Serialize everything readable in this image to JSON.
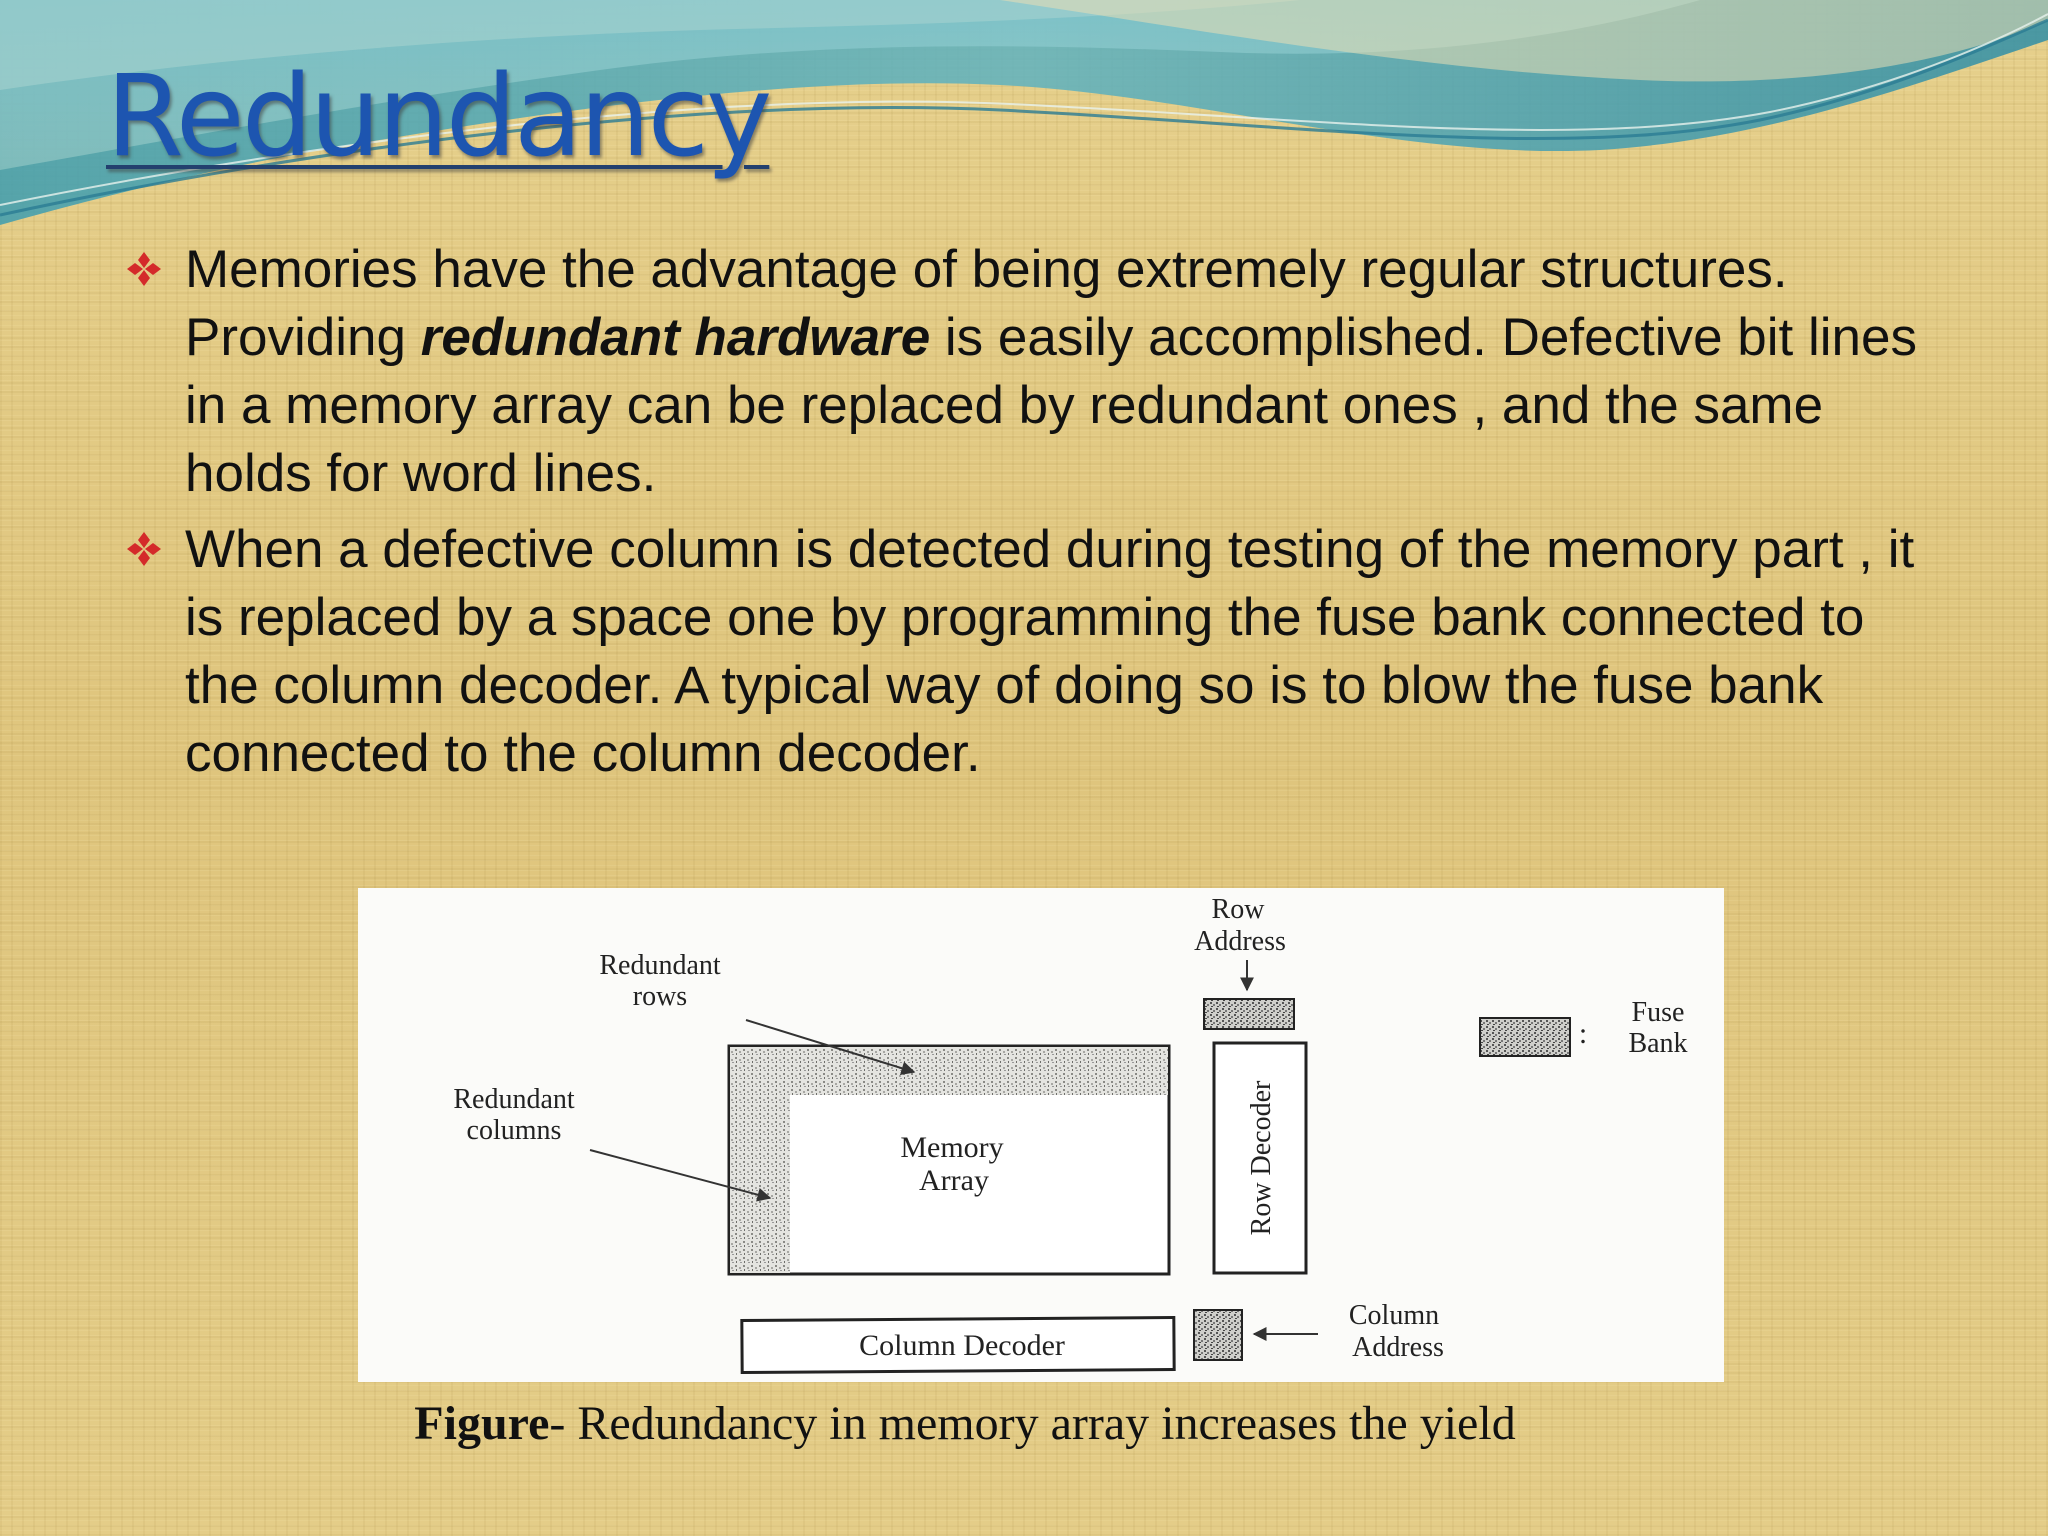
{
  "slide": {
    "title": "Redundancy",
    "bullets": [
      {
        "before": "Memories have the advantage of being extremely regular structures. Providing ",
        "emphasis": "redundant hardware",
        "after": " is easily accomplished. Defective bit lines in a memory array can be replaced by redundant ones , and the same holds for word lines."
      },
      {
        "text": "When a defective column is detected during testing of the memory part , it is replaced by a space one by programming the fuse bank connected to the column decoder. A typical way of doing so is to blow the fuse bank connected to the column decoder."
      }
    ],
    "bullet_icon": "four-diamond-icon",
    "bullet_color": "#d42a2a",
    "title_color": "#1d55b0"
  },
  "diagram": {
    "row_address": [
      "Row",
      "Address"
    ],
    "redundant_rows": [
      "Redundant",
      "rows"
    ],
    "redundant_columns": [
      "Redundant",
      "columns"
    ],
    "memory_array": [
      "Memory",
      "Array"
    ],
    "row_decoder": "Row Decoder",
    "fuse_bank_legend": [
      "Fuse",
      "Bank"
    ],
    "legend_colon": ":",
    "column_decoder": "Column Decoder",
    "column_address": [
      "Column",
      "Address"
    ]
  },
  "caption": {
    "bold": "Figure",
    "text": "- Redundancy in memory array increases the yield"
  }
}
